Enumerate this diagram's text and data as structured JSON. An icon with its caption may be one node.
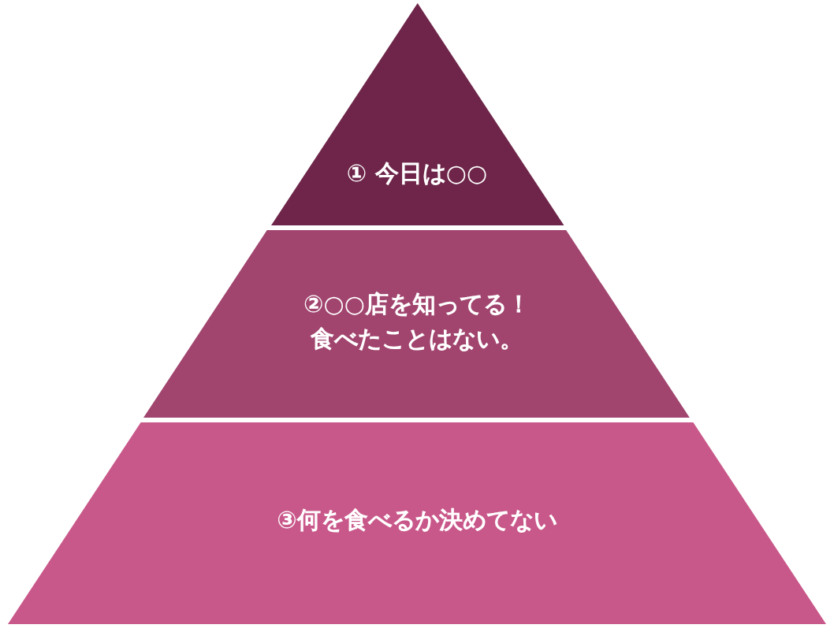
{
  "diagram": {
    "nodes": [
      {
        "text": [
          "① 今日は○○"
        ]
      },
      {
        "text": [
          "②○○店を知ってる！食べたことはない。"
        ]
      },
      {
        "text": [
          "③何を食べるか決めてない"
        ]
      }
    ]
  }
}
